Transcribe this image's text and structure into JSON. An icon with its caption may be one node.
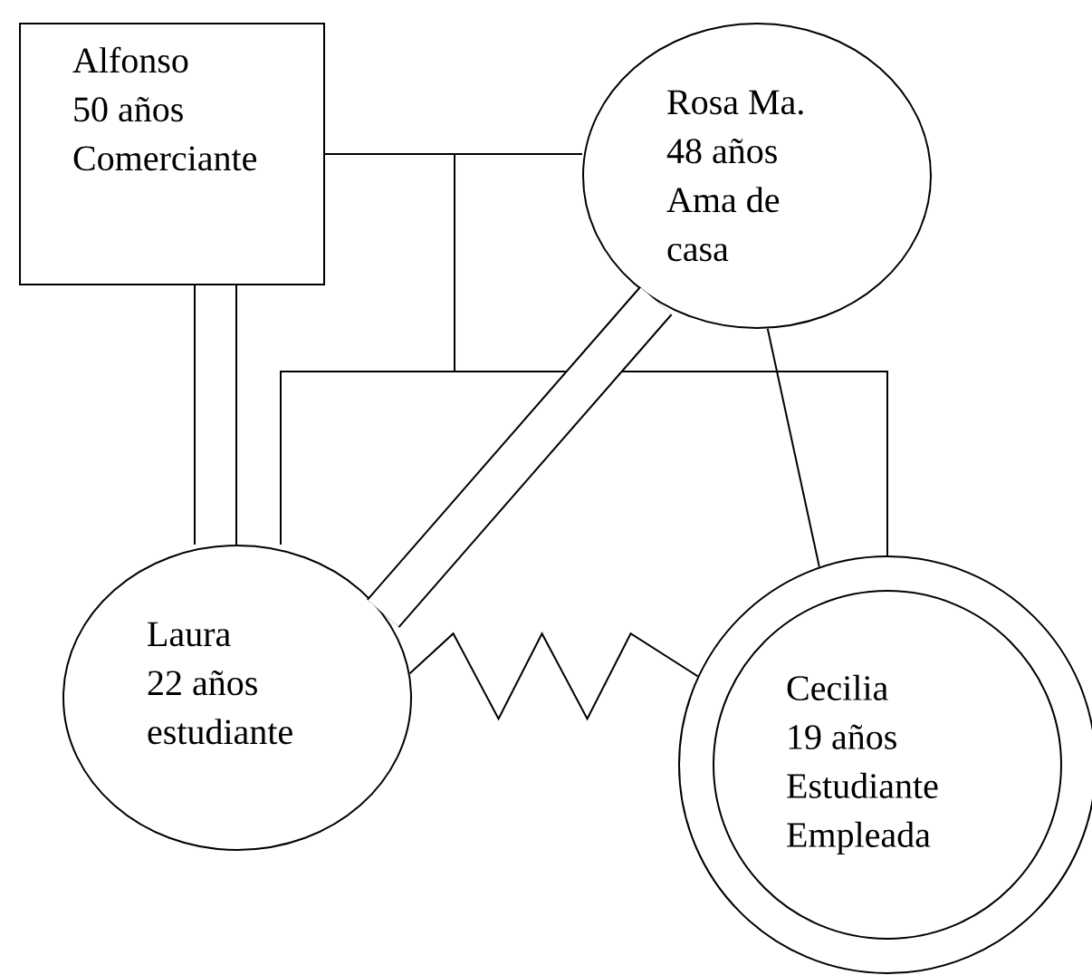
{
  "diagram": {
    "nodes": [
      {
        "text": [
          "Alfonso",
          "50 años",
          "Comerciante"
        ]
      },
      {
        "text": [
          "Rosa Ma.",
          "48 años",
          "Ama de casa"
        ]
      },
      {
        "text": [
          "Laura",
          "22 años",
          "estudiante"
        ]
      },
      {
        "text": [
          "Cecilia",
          "19 años",
          "Estudiante",
          "Empleada"
        ]
      }
    ],
    "edges": [
      {
        "from": 0,
        "to": 1,
        "arrow": "none"
      },
      {
        "from": 0,
        "to": 2,
        "arrow": "none"
      },
      {
        "from": 1,
        "to": 2,
        "arrow": "none"
      },
      {
        "from": 0,
        "to": 3,
        "arrow": "none"
      },
      {
        "from": 1,
        "to": 3,
        "arrow": "none"
      },
      {
        "from": 0,
        "to": 2,
        "arrow": "none",
        "style": "thick"
      },
      {
        "from": 1,
        "to": 2,
        "arrow": "none",
        "style": "thick"
      },
      {
        "from": 1,
        "to": 3,
        "arrow": "none"
      },
      {
        "from": 2,
        "to": 3,
        "arrow": "none"
      }
    ]
  }
}
